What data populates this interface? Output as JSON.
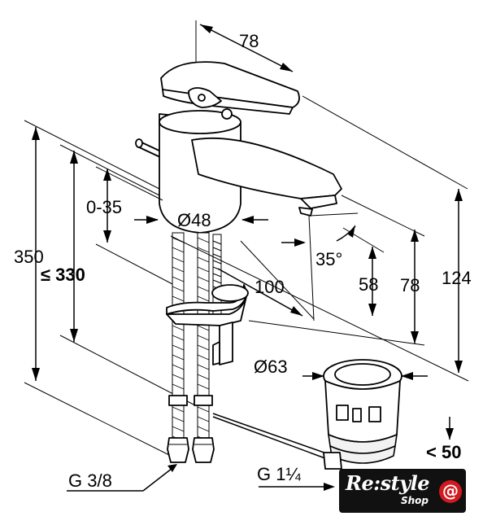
{
  "dimensions": {
    "width_78": "78",
    "diameter_48": "Ø48",
    "range_0_35": "0-35",
    "height_350": "350",
    "height_max_330": "≤ 330",
    "angle_35": "35°",
    "reach_100": "100",
    "height_58": "58",
    "height_78": "78",
    "height_124": "124",
    "diameter_63": "Ø63",
    "drain_max_50": "< 50",
    "thread_g38": "G 3/8",
    "thread_g114": "G 1¼"
  },
  "logo": {
    "text": "Re:style",
    "sub": "Shop",
    "mark": "@"
  }
}
